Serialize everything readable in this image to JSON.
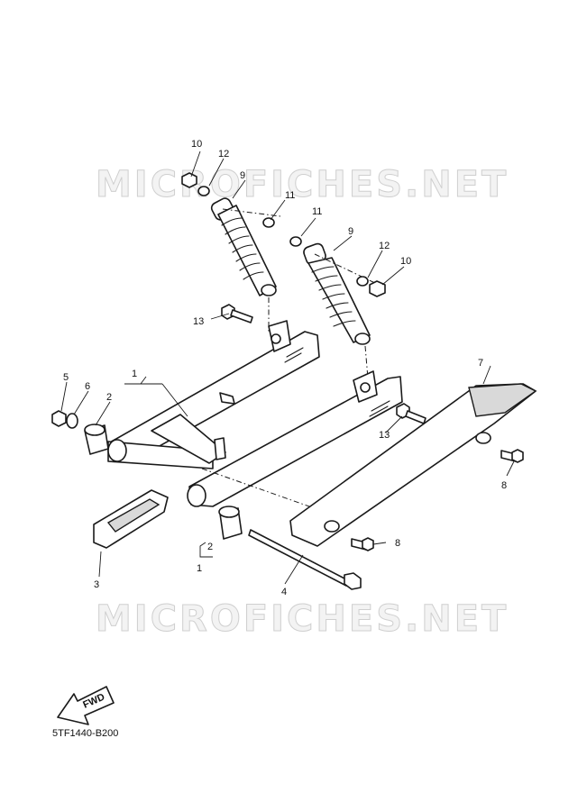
{
  "watermark_text": "MICROFICHES.NET",
  "diagram_code": "5TF1440-B200",
  "fwd_label": "FWD",
  "callouts": {
    "c1a": "1",
    "c1b": "1",
    "c2a": "2",
    "c2b": "2",
    "c3": "3",
    "c4": "4",
    "c5": "5",
    "c6": "6",
    "c7": "7",
    "c8a": "8",
    "c8b": "8",
    "c9a": "9",
    "c9b": "9",
    "c10a": "10",
    "c10b": "10",
    "c11a": "11",
    "c11b": "11",
    "c12a": "12",
    "c12b": "12",
    "c13a": "13",
    "c13b": "13"
  }
}
